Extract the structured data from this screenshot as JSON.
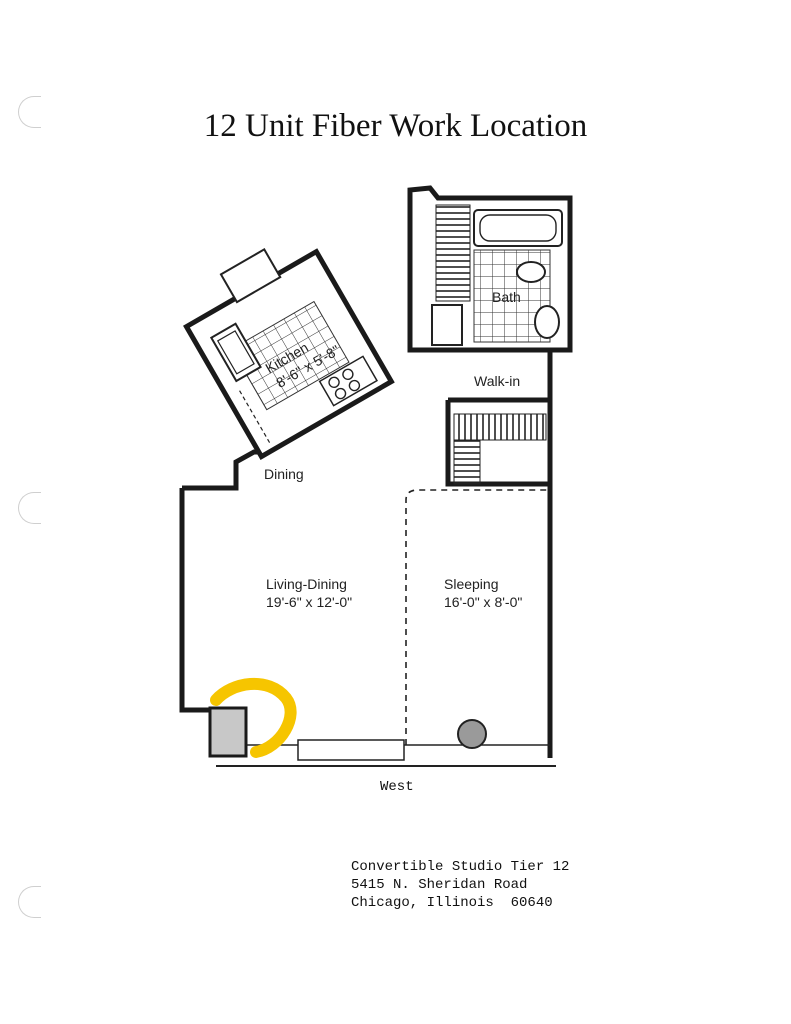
{
  "title": "12 Unit Fiber Work Location",
  "rooms": {
    "kitchen_name": "Kitchen",
    "kitchen_size": "8'-6\" x 5'-8\"",
    "bath": "Bath",
    "walk_in": "Walk-in",
    "dining": "Dining",
    "living_name": "Living-Dining",
    "living_size": "19'-6\" x 12'-0\"",
    "sleeping_name": "Sleeping",
    "sleeping_size": "16'-0\" x 8'-0\""
  },
  "orientation": "West",
  "address": {
    "line1": "Convertible Studio Tier 12",
    "line2": "5415 N. Sheridan Road",
    "line3": "Chicago, Illinois  60640"
  },
  "colors": {
    "highlight": "#f6c500",
    "wall": "#1a1a1a"
  }
}
